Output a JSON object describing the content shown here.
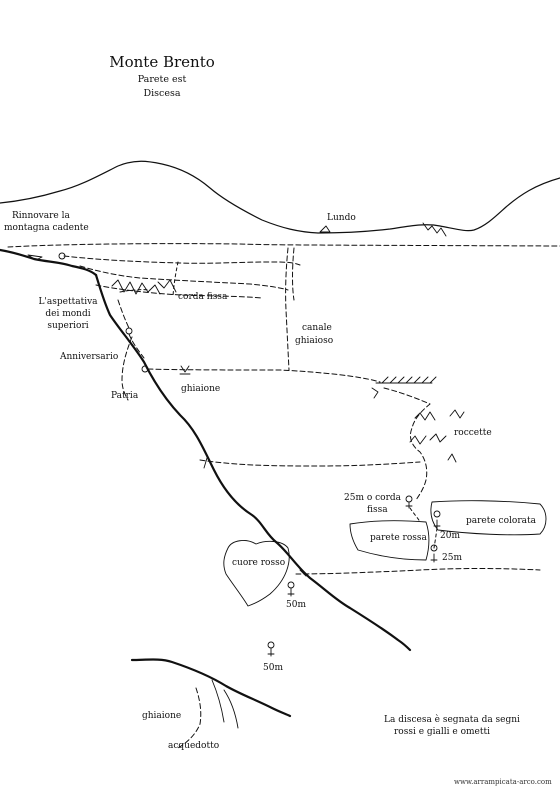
{
  "title": "Monte Brento",
  "subtitle": [
    "Parete est",
    "Discesa"
  ],
  "labels": {
    "rinnovare": [
      "Rinnovare la",
      "montagna cadente"
    ],
    "lundo": "Lundo",
    "aspettativa": [
      "L'aspettativa",
      "dei mondi",
      "superiori"
    ],
    "corda_fissa": "corda fissa",
    "canale": [
      "canale",
      "ghiaioso"
    ],
    "anniversario": "Anniversario",
    "patria": "Patria",
    "ghiaione_upper": "ghiaione",
    "roccette": "roccette",
    "corda_25": [
      "25m o corda",
      "fissa"
    ],
    "parete_colorata": "parete colorata",
    "m20": "20m",
    "parete_rossa": "parete rossa",
    "m25": "25m",
    "cuore_rosso": "cuore rosso",
    "m50_a": "50m",
    "m50_b": "50m",
    "ghiaione_lower": "ghiaione",
    "acquedotto": "acquedotto",
    "note": [
      "La discesa è segnata da segni",
      "rossi e gialli e ometti"
    ]
  },
  "credit": "www.arrampicata-arco.com"
}
